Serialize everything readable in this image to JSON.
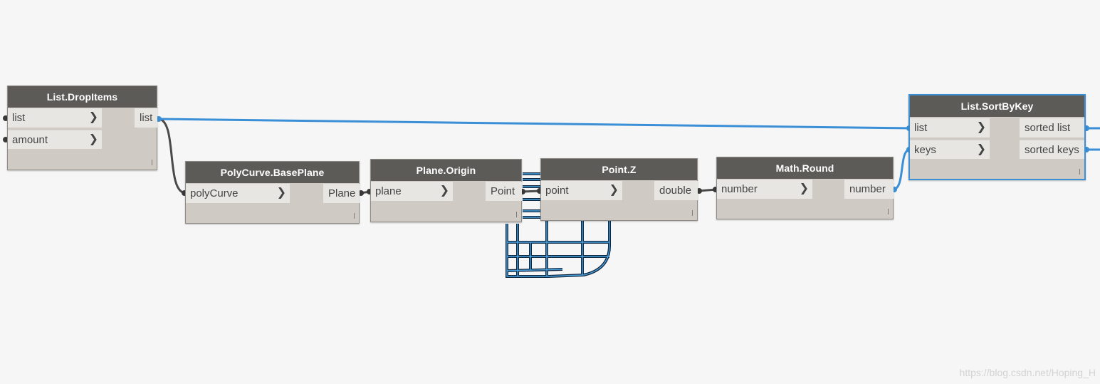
{
  "nodes": {
    "dropitems": {
      "title": "List.DropItems",
      "inputs": [
        "list",
        "amount"
      ],
      "outputs": [
        "list"
      ]
    },
    "baseplane": {
      "title": "PolyCurve.BasePlane",
      "inputs": [
        "polyCurve"
      ],
      "outputs": [
        "Plane"
      ]
    },
    "origin": {
      "title": "Plane.Origin",
      "inputs": [
        "plane"
      ],
      "outputs": [
        "Point"
      ]
    },
    "pointz": {
      "title": "Point.Z",
      "inputs": [
        "point"
      ],
      "outputs": [
        "double"
      ]
    },
    "round": {
      "title": "Math.Round",
      "inputs": [
        "number"
      ],
      "outputs": [
        "number"
      ]
    },
    "sortbykey": {
      "title": "List.SortByKey",
      "inputs": [
        "list",
        "keys"
      ],
      "outputs": [
        "sorted list",
        "sorted keys"
      ]
    }
  },
  "colors": {
    "canvas": "#f6f6f6",
    "node_header": "#5d5b58",
    "node_body": "#cfcbc4",
    "port": "#e8e6e2",
    "wire_default": "#4a4a4a",
    "wire_selected": "#3b8fd6"
  },
  "icons": {
    "input_port_arrow": "chevron-right-icon",
    "lacing_indicator": "lacing-icon"
  },
  "watermark": "https://blog.csdn.net/Hoping_H"
}
